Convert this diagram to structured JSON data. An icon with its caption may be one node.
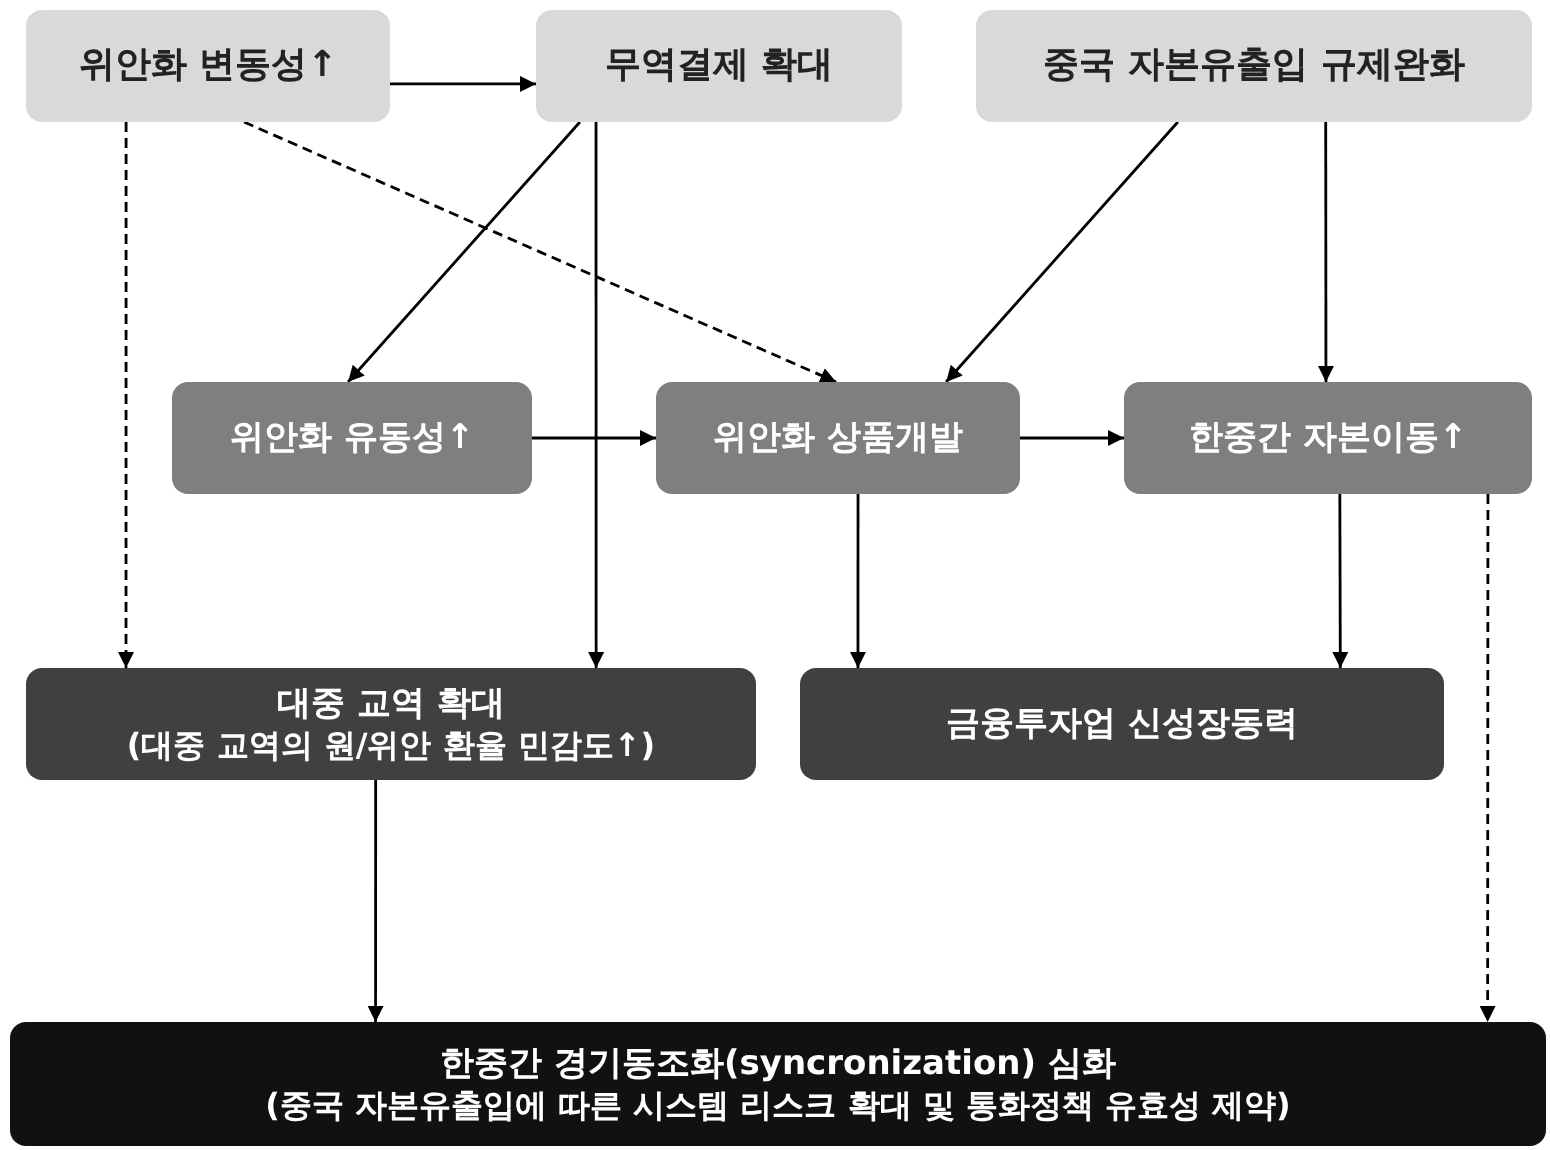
{
  "diagram": {
    "nodes": [
      {
        "text": [
          "위안화 변동성↑"
        ]
      },
      {
        "text": [
          "무역결제 확대"
        ]
      },
      {
        "text": [
          "중국 자본유출입 규제완화"
        ]
      },
      {
        "text": [
          "위안화 유동성↑"
        ]
      },
      {
        "text": [
          "위안화 상품개발"
        ]
      },
      {
        "text": [
          "한중간 자본이동↑"
        ]
      },
      {
        "text": [
          "대중 교역 확대",
          "(대중 교역의 원/위안 환율 민감도↑)"
        ]
      },
      {
        "text": [
          "금융투자업 신성장동력"
        ]
      },
      {
        "text": [
          "한중간 경기동조화(syncronization) 심화",
          "(중국 자본유출입에 따른 시스템 리스크 확대 및 통화정책 유효성 제약)"
        ]
      }
    ],
    "edges": [
      {
        "from": 0,
        "to": 1,
        "arrow": "to"
      },
      {
        "from": 0,
        "to": 6,
        "arrow": "to",
        "style": "dashed"
      },
      {
        "from": 0,
        "to": 4,
        "arrow": "to",
        "style": "dashed"
      },
      {
        "from": 1,
        "to": 3,
        "arrow": "to"
      },
      {
        "from": 1,
        "to": 6,
        "arrow": "to"
      },
      {
        "from": 2,
        "to": 4,
        "arrow": "to"
      },
      {
        "from": 2,
        "to": 5,
        "arrow": "to"
      },
      {
        "from": 3,
        "to": 4,
        "arrow": "to"
      },
      {
        "from": 4,
        "to": 5,
        "arrow": "to"
      },
      {
        "from": 4,
        "to": 7,
        "arrow": "to"
      },
      {
        "from": 5,
        "to": 7,
        "arrow": "to"
      },
      {
        "from": 5,
        "to": 8,
        "arrow": "to",
        "style": "dashed"
      },
      {
        "from": 6,
        "to": 8,
        "arrow": "to"
      }
    ]
  }
}
